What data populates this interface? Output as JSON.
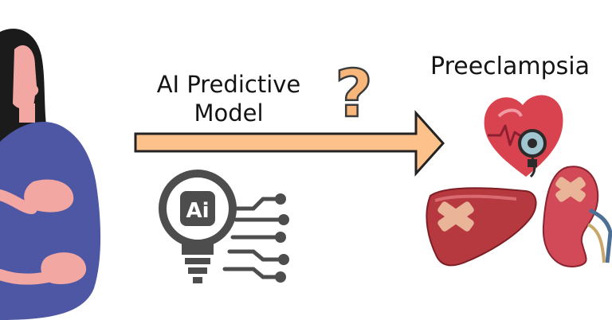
{
  "model_label": {
    "line1": "AI Predictive",
    "line2": "Model"
  },
  "outcome": {
    "title": "Preeclampsia"
  },
  "question_mark": "?",
  "ai_badge": "Ai",
  "icons": {
    "patient": "pregnant-woman-icon",
    "ai": "ai-lightbulb-circuit-icon",
    "heart": "heart-blood-pressure-gauge-icon",
    "liver": "damaged-liver-icon",
    "kidney": "damaged-kidney-icon"
  },
  "colors": {
    "arrow_fill": "#fdc28c",
    "arrow_stroke": "#232323",
    "question_fill": "#f9b67a",
    "skin": "#f2a7a3",
    "hair": "#1b1b1b",
    "dress": "#4e57a4",
    "ai_icon": "#4d4d4d",
    "organ_red": "#c0404e",
    "bandage": "#e9b497"
  }
}
